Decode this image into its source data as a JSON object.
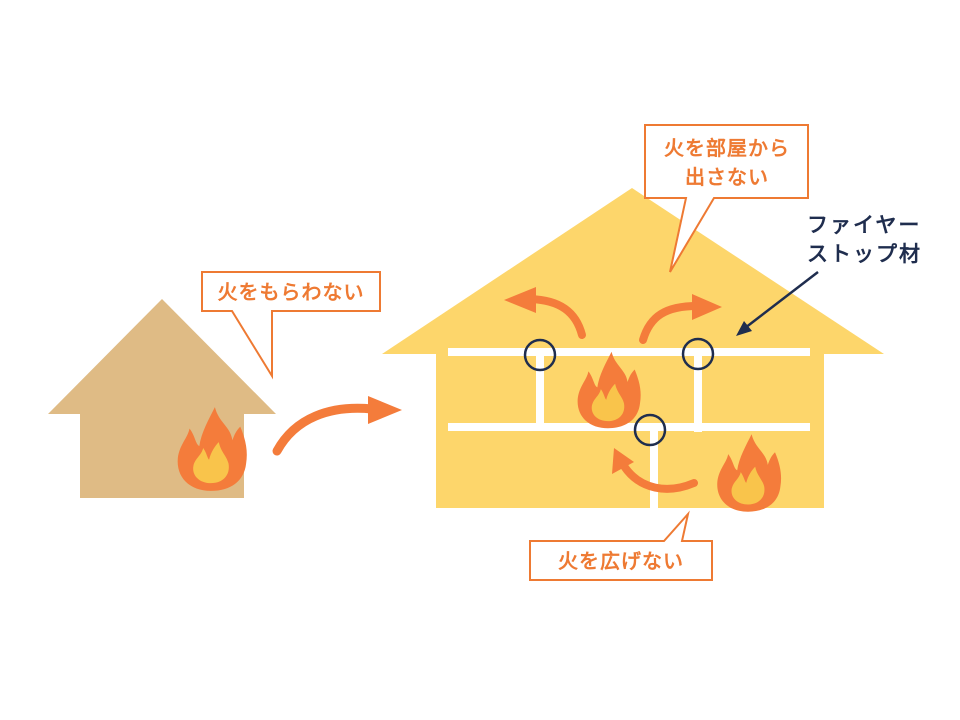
{
  "callouts": {
    "no_catch_fire": "火をもらわない",
    "no_exit_room_line1": "火を部屋から",
    "no_exit_room_line2": "出さない",
    "no_spread": "火を広げない"
  },
  "labels": {
    "firestop_line1": "ファイヤー",
    "firestop_line2": "ストップ材"
  },
  "colors": {
    "small_house": "#dfbb85",
    "big_house": "#fdd66b",
    "accent_orange": "#f47c3b",
    "flame_inner": "#f9c44b",
    "navy": "#1f2d4e",
    "callout_border": "#ee7a33"
  },
  "icons": [
    "fire-icon",
    "arrow-icon",
    "house-icon"
  ]
}
